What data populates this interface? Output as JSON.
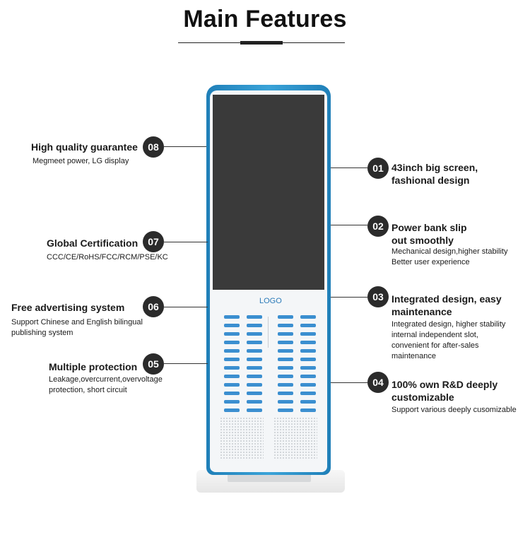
{
  "title": "Main Features",
  "kiosk": {
    "logo": "LOGO"
  },
  "features": [
    {
      "num": "08",
      "title": "High quality guarantee",
      "desc": [
        "Megmeet power,   LG display"
      ]
    },
    {
      "num": "07",
      "title": "Global Certification",
      "desc": [
        "CCC/CE/RoHS/FCC/RCM/PSE/KC"
      ]
    },
    {
      "num": "06",
      "title": "Free advertising system",
      "desc": [
        "Support Chinese and English bilingual",
        "publishing system"
      ]
    },
    {
      "num": "05",
      "title": "Multiple protection",
      "desc": [
        "Leakage,overcurrent,overvoltage",
        "protection, short circuit"
      ]
    },
    {
      "num": "01",
      "title": [
        "43inch big screen,",
        "fashional design"
      ],
      "desc": []
    },
    {
      "num": "02",
      "title": [
        "Power bank slip",
        "out smoothly"
      ],
      "desc": [
        "Mechanical design,higher stability",
        "Better user experience"
      ]
    },
    {
      "num": "03",
      "title": [
        "Integrated design, easy",
        "maintenance"
      ],
      "desc": [
        "Integrated design, higher stability",
        "internal independent slot,",
        "convenient for after-sales",
        "maintenance"
      ]
    },
    {
      "num": "04",
      "title": [
        "100% own R&D deeply",
        "customizable"
      ],
      "desc": [
        "Support various deeply cusomizable"
      ]
    }
  ],
  "colors": {
    "kiosk_frame": "#2a8fca",
    "screen": "#3a3a3a",
    "slot": "#3b8fd0",
    "badge": "#2b2b2b"
  }
}
